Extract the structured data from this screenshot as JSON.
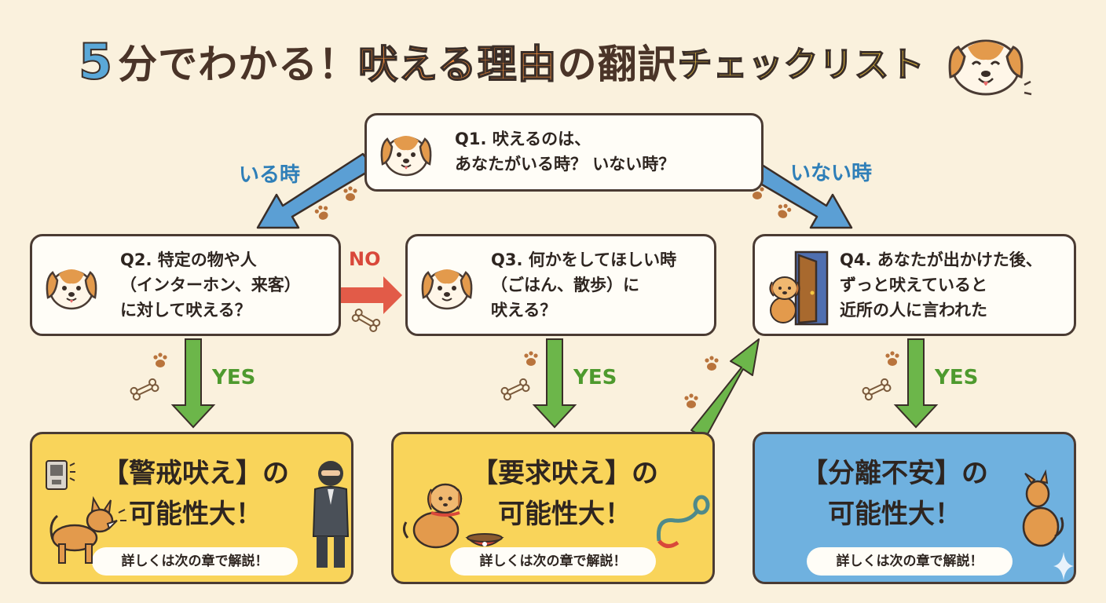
{
  "title": {
    "part1": "5",
    "part2": "分でわかる！",
    "part3": "吠える理由",
    "part4": "の翻訳",
    "part5": "チェックリスト"
  },
  "questions": {
    "q1": "Q1. 吠えるのは、\nあなたがいる時？ いない時？",
    "q2": "Q2. 特定の物や人\n（インターホン、来客）\nに対して吠える？",
    "q3": "Q3. 何かをしてほしい時\n（ごはん、散歩）に\n吠える？",
    "q4": "Q4. あなたが出かけた後、\nずっと吠えていると\n近所の人に言われた"
  },
  "branch_labels": {
    "present": "いる時",
    "absent": "いない時",
    "no": "NO",
    "yes": "YES"
  },
  "results": [
    {
      "title": "【警戒吠え】の\n可能性大！",
      "note": "詳しくは次の章で解説！"
    },
    {
      "title": "【要求吠え】の\n可能性大！",
      "note": "詳しくは次の章で解説！"
    },
    {
      "title": "【分離不安】の\n可能性大！",
      "note": "詳しくは次の章で解説！"
    }
  ],
  "colors": {
    "background": "#faf1dd",
    "result_yellow": "#f9d45a",
    "result_blue": "#6fb1df",
    "arrow_blue": "#5b9fd4",
    "arrow_green": "#6cb64a",
    "arrow_red": "#e25b48",
    "dog_orange": "#e39a4c"
  },
  "icons": [
    "dog-face-icon",
    "paw-print-icon",
    "bone-icon",
    "intercom-icon",
    "burglar-icon",
    "dog-bowl-icon",
    "leash-icon",
    "door-icon",
    "howling-dog-icon",
    "sparkle-icon"
  ]
}
